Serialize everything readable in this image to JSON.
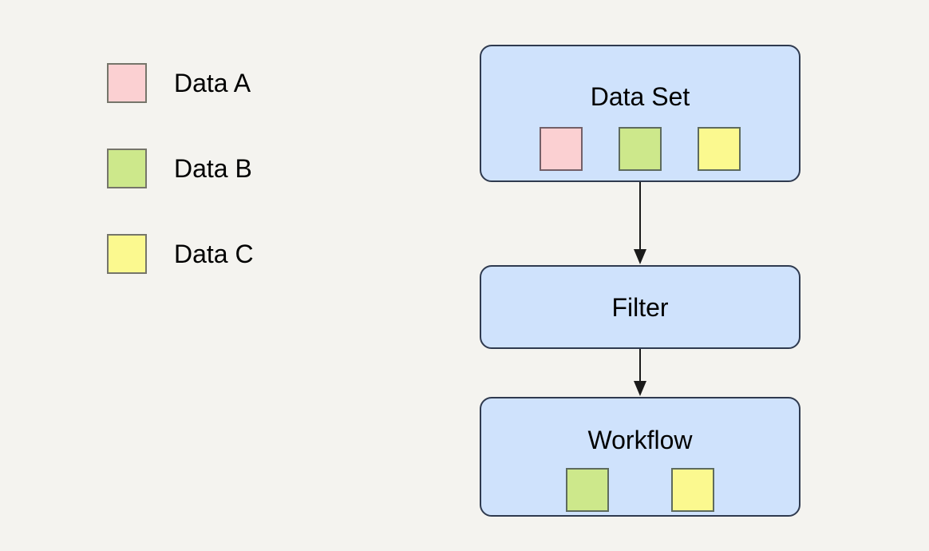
{
  "background_color": "#f4f3ef",
  "palette": {
    "node_fill": "#cfe2fc",
    "node_border": "#2f3a4f",
    "data_a": "#fbd0d2",
    "data_b": "#cde88b",
    "data_c": "#fbf98f",
    "swatch_border": "#6b6b5f",
    "text": "#000000",
    "connector": "#1a1a1a"
  },
  "legend": {
    "items": [
      {
        "label": "Data A",
        "color": "#fbd0d2",
        "swatch_name": "swatch-data-a"
      },
      {
        "label": "Data B",
        "color": "#cde88b",
        "swatch_name": "swatch-data-b"
      },
      {
        "label": "Data C",
        "color": "#fbf98f",
        "swatch_name": "swatch-data-c"
      }
    ]
  },
  "flow": {
    "nodes": [
      {
        "id": "data-set",
        "title": "Data Set",
        "chips": [
          {
            "label": "Data A",
            "color": "#fbd0d2"
          },
          {
            "label": "Data B",
            "color": "#cde88b"
          },
          {
            "label": "Data C",
            "color": "#fbf98f"
          }
        ]
      },
      {
        "id": "filter",
        "title": "Filter",
        "chips": []
      },
      {
        "id": "workflow",
        "title": "Workflow",
        "chips": [
          {
            "label": "Data B",
            "color": "#cde88b"
          },
          {
            "label": "Data C",
            "color": "#fbf98f"
          }
        ]
      }
    ],
    "connectors": [
      {
        "from": "data-set",
        "to": "filter",
        "arrowhead": "triangle-down"
      },
      {
        "from": "filter",
        "to": "workflow",
        "arrowhead": "triangle-down"
      }
    ]
  }
}
